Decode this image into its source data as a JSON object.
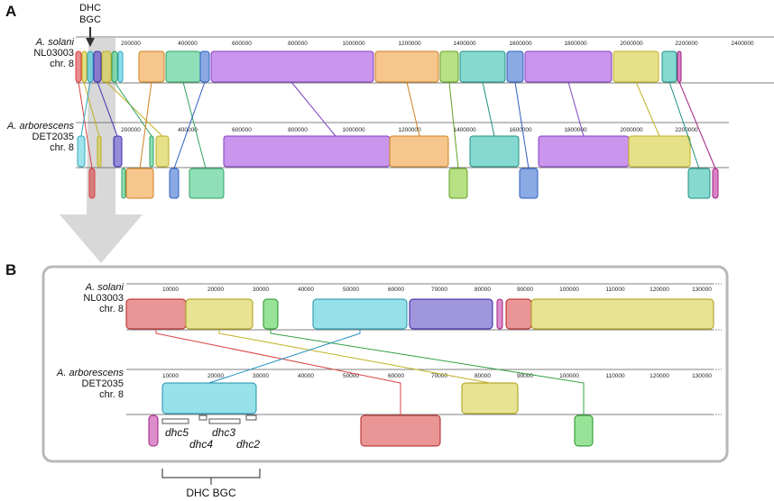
{
  "panel_a": {
    "label": "A",
    "annotation": [
      "DHC",
      "BGC"
    ],
    "genome1": {
      "species": "A. solani",
      "strain": "NL03003",
      "chrom": "chr. 8",
      "ticks": [
        "200000",
        "400000",
        "600000",
        "800000",
        "1000000",
        "1200000",
        "1400000",
        "1600000",
        "1800000",
        "2000000",
        "2200000",
        "2400000"
      ]
    },
    "genome2": {
      "species": "A. arborescens",
      "strain": "DET2035",
      "chrom": "chr. 8",
      "ticks": [
        "200000",
        "400000",
        "600000",
        "800000",
        "1000000",
        "1200000",
        "1400000",
        "1600000",
        "1800000",
        "2000000",
        "2200000"
      ]
    }
  },
  "panel_b": {
    "label": "B",
    "genome1": {
      "species": "A. solani",
      "strain": "NL03003",
      "chrom": "chr. 8",
      "ticks": [
        "10000",
        "20000",
        "30000",
        "40000",
        "50000",
        "60000",
        "70000",
        "80000",
        "90000",
        "100000",
        "110000",
        "120000",
        "130000"
      ]
    },
    "genome2": {
      "species": "A. arborescens",
      "strain": "DET2035",
      "chrom": "chr. 8",
      "ticks": [
        "10000",
        "20000",
        "30000",
        "40000",
        "50000",
        "60000",
        "70000",
        "80000",
        "90000",
        "100000",
        "110000",
        "120000",
        "130000"
      ]
    },
    "genes": [
      "dhc5",
      "dhc4",
      "dhc3",
      "dhc2"
    ],
    "cluster_label": "DHC BGC"
  },
  "colors": {
    "purple": "#a64fe0",
    "orange": "#f0a040",
    "green": "#44cc88",
    "teal": "#33c0b0",
    "blue": "#3d6fd0",
    "lime": "#88cc33",
    "yellow": "#d6cc3a",
    "red": "#d84040",
    "magenta": "#c030a0",
    "cyan": "#40c8d8",
    "indigo": "#5040c0"
  }
}
